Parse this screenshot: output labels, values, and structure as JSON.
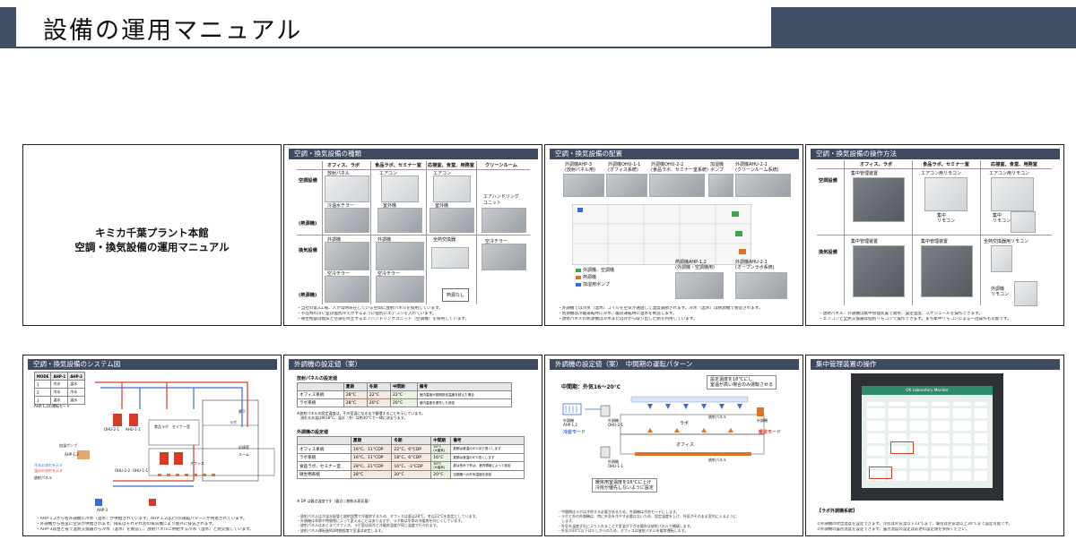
{
  "header": {
    "title": "設備の運用マニュアル"
  },
  "slides": {
    "s1": {
      "line1": "キミカ千葉プラント本館",
      "line2": "空調・換気設備の運用マニュアル"
    },
    "s2": {
      "title": "空調・換気設備の種類",
      "cols": [
        "オフィス、ラボ",
        "食品ラボ、セミナー室",
        "応接室、食堂、用務室",
        "クリーンルーム"
      ],
      "rows": [
        "空調設備",
        "(熱源機)",
        "換気設備",
        "(熱源機)"
      ],
      "cells": [
        "放射パネル",
        "エアコン",
        "エアコン",
        "エアハンドリング\nユニット",
        "冷温水チラー",
        "室外機",
        "室外機",
        "外調機",
        "外調機",
        "全熱交換器",
        "空冷チラー",
        "空冷チラー",
        "空冷チラー",
        "熱源なし"
      ],
      "notes": [
        "・当社の第3工場、人が常時滞在している空間に放射パネルを採用しています。",
        "・不在時の冷い室は個別冷えがするように個別にエアコンを入れています。",
        "・微生物容は換気と空調を両立するエアハンドリングユニット（空調機）を採用しています。"
      ]
    },
    "s3": {
      "title": "空調・換気設備の配置",
      "boxes": [
        "外調機AHP-3\n(放射パネル用)",
        "外調機OHU-1-1\n(オフィス系統)",
        "外調機OHU-2-2\n(食品ラボ、セミナー室系統)",
        "加湿機\nポンプ",
        "外調機AHU-2-1\n(クリーンルーム系統)",
        "熱源機AHP-1,2\n(外調機・空調機用)",
        "外調機AHU-2-1\n(オープンラボ系統)"
      ],
      "legend": [
        "外調機、空調機",
        "熱源機",
        "加湿用ポンプ"
      ],
      "notes": [
        "・外調機では冷水（温水）コイルを空気が通過して温度調節されます。冷水（温水）は熱源機で製造されます。",
        "・熱源機は冷暖運転時に冷水、暖房運転時に温水を製造します。",
        "・放射パネルの熱源機は冷水または外から取り出した熱を利用しています。"
      ]
    },
    "s4": {
      "title": "空調・換気設備の操作方法",
      "cols": [
        "オフィス、ラボ",
        "食品ラボ、セミナー室",
        "応接室、食堂、用務室"
      ],
      "rows": [
        "空調設備",
        "換気設備"
      ],
      "cells": [
        "集中管理装置",
        "エアコン用リモコン",
        "エアコン用リモコン",
        "集中\nリモコン",
        "集中\nリモコン",
        "集中管理装置",
        "集中管理装置",
        "全熱交換器用リモコン",
        "外調機\nリモコン"
      ],
      "notes": [
        "・放射パネル、外調機は集中管理装置で発停、設定温度、スケジュールを操作できます。",
        "・エアコンと全熱交換器は個別リモコンで操作できます。まち集中リモコンによる一括操作も可能です。"
      ]
    },
    "s5": {
      "title": "空調・換気設備のシステム図",
      "mode_table": [
        [
          "MODE",
          "AHP-1",
          "AHP-2"
        ],
        [
          "1",
          "冷水",
          "温水"
        ],
        [
          "2",
          "冷水",
          "冷水"
        ],
        [
          "3",
          "温水",
          "温水"
        ]
      ],
      "labels": [
        "AHP-1,2の運転モード",
        "加湿ポンプ",
        "AHP-1,2",
        "OHU-2-1",
        "AHU-1-1",
        "OHU-2-2",
        "OHU-1-1",
        "食品ラボ",
        "セミナー室",
        "オフィス",
        "ラボ",
        "廊下",
        "応接室",
        "冷水の流れを示す",
        "温水の流れを示す",
        "放射パネル",
        "AHP-3",
        "ルーム"
      ],
      "notes": [
        "・AHP-1,2から各外調機に冷水（温水）が供給されています。AHP-1,2は3つの運転パターンが用意されています。",
        "・外調機から各室に空気が供給されます。排気はそれぞれ別の排気機により屋外に排気されます。",
        "・AHP-3は昼と夜で温熱交換器から冷水（温水）を製造し、放射パネルに供給する冷水（温水）と熱交換しています。"
      ]
    },
    "s6": {
      "title": "外調機の設定値（案）",
      "t1_caption": "放射パネルの設定値",
      "t1": [
        [
          "",
          "夏期",
          "冬期",
          "中間期",
          "備考"
        ],
        [
          "オフィス系統",
          "28°C",
          "22°C",
          "22°C",
          "室内温度が夏期設定温度を超えた場合"
        ],
        [
          "ラボ系統",
          "28°C",
          "20°C",
          "20°C",
          "室内温度を優先した設定"
        ]
      ],
      "t1_note": "※放射パネルの設定温度は、その室温になるまで循環することを示しています。",
      "t1_note2": "　流れる水温は約18°C、温水（冬）は約30°Cで一律に決まります。",
      "t2_caption": "外調機の設定値",
      "t2": [
        [
          "",
          "夏期",
          "冬期",
          "中間期",
          "備考"
        ],
        [
          "オフィス系統",
          "16°C、11°CDP",
          "22°C、6°CDP",
          "30°C\n(※還気)",
          "夏期は室温の4°Cほど低くします"
        ],
        [
          "ラボ系統",
          "16°C、11°CDP",
          "18°C、6°CDP",
          "16°C",
          "夏期は室温の4°C低くします"
        ],
        [
          "食品ラボ、セミナー室",
          "28°C、21°CDP",
          "16°C、-1°CDP",
          "30°C\n(※還気)",
          "夏は低めで冬は、室内環境によって設定"
        ],
        [
          "微生物系統",
          "28°C",
          "20°C",
          "20°C",
          "空調機への外気温度を設定"
        ]
      ],
      "t2_note": "※ DP は露点温度です（露点＝飽和水蒸気量）",
      "notes": [
        "・放射パネルは冷温水配管と放射設置で冷暖房するため、オフィスは夏は28°C、冬は22°Cを設定としています。",
        "・外調機は季節や時間帯によって変えることはありますが、ラボ側は冬季の冷暖房を同じくしています。",
        "・放射パネルはあくまでオフィス、ラボ室は採冷と冷暖房温度が同じ温度で行われます。",
        "・放射パネル運転後約2時間程度で室温は安定します。"
      ]
    },
    "s7": {
      "title": "外調機の設定値（案）　中間期の運転パターン",
      "season": "中間期：外気16～20°C",
      "callout1": "設定温度を18°Cにし\n室温が高い場合のみ運転させる",
      "callout2": "暖房用室温度を18°Cに上げ\n冷房が優先しないように設定",
      "labels": [
        "外調機\nAHP-1,2",
        "外調機\nOHU-2-1",
        "外調機\nOHU-1-1",
        "ラボ",
        "オフィス",
        "放射パネル",
        "放射パネル",
        "外調機",
        "冷房モード",
        "暖房モード"
      ],
      "notes": [
        "・中間期はラボは冷房する必要があるため、外調機は冷房モードにします。",
        "・ラボと外の外調機は、特に外気を冷やす必要はないため、設定温度を上げ、外気がそのまま室内に入るように",
        "　します。",
        "・外気を温度ずれにより入れることで室温が下がる場合は放射パネルで補填します。",
        "・外気が20°C以下は少しからのため、オフィスは放射パネルを暖房運転します。"
      ]
    },
    "s8": {
      "title": "集中管理装置の操作",
      "screen_header": "OK Laboratory Monitor",
      "caption_title": "【ラボ外調機系統】",
      "caption": [
        "①外調機の吹出温度を設定できます。冷房は外気温以下13°Cまで、暖房は外気温以上30°Cまで設定可能です。",
        "②外調機の露点温度を設定できます。露点温度の設定は前述の設定値を参照ください。"
      ]
    }
  },
  "colors": {
    "header": "#414f66",
    "slide_title": "#3d4a60",
    "cold": "#3a6ad8",
    "hot": "#d83a2a",
    "orange": "#e0702a",
    "green": "#3aa84a"
  }
}
